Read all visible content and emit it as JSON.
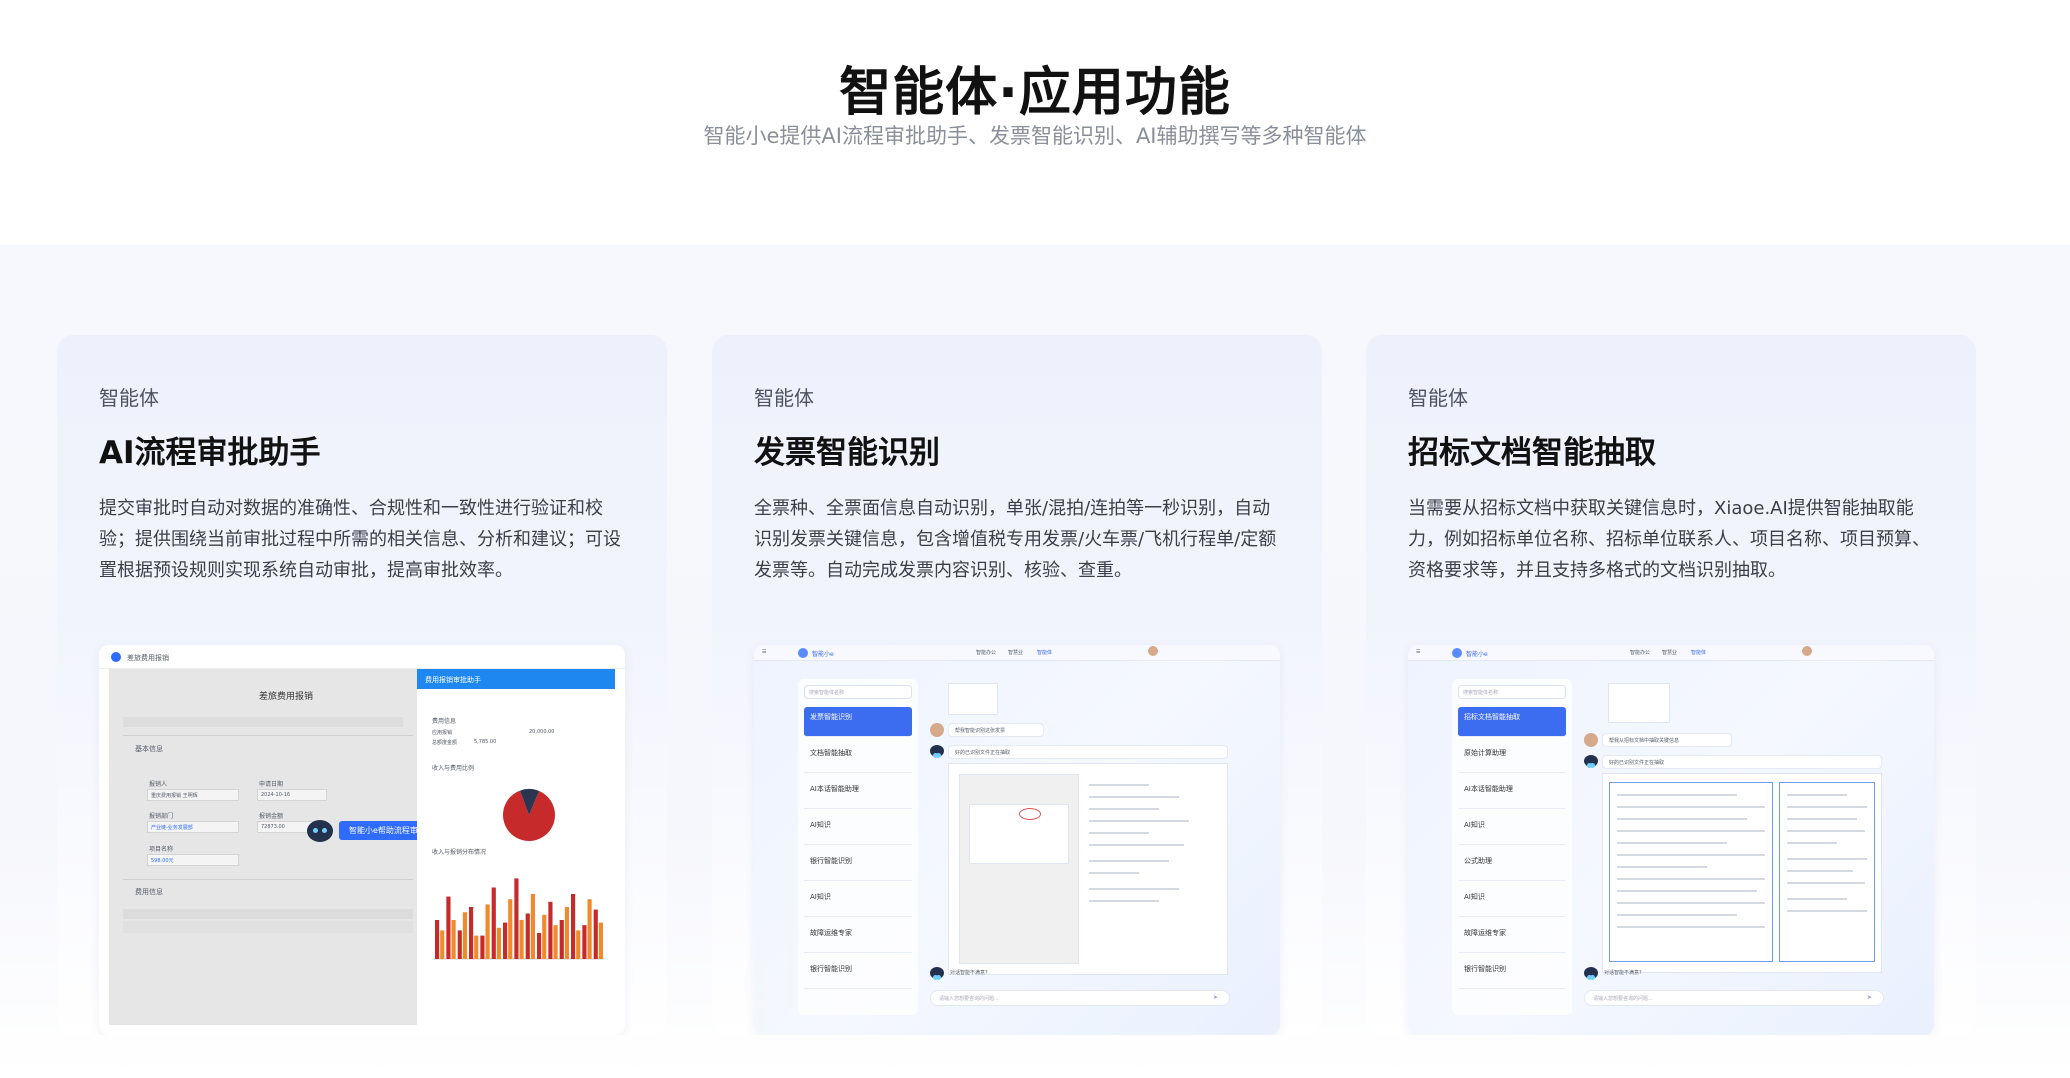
{
  "header": {
    "title": "智能体·应用功能",
    "subtitle": "智能小e提供AI流程审批助手、发票智能识别、AI辅助撰写等多种智能体"
  },
  "cards": [
    {
      "kicker": "智能体",
      "title": "AI流程审批助手",
      "desc": "提交审批时自动对数据的准确性、合规性和一致性进行验证和校验；提供围绕当前审批过程中所需的相关信息、分析和建议；可设置根据预设规则实现系统自动审批，提高审批效率。",
      "shot": {
        "app_title": "差旅费用报销",
        "form_title": "差旅费用报销",
        "section_basic": "基本信息",
        "section_cost": "费用信息",
        "panel_title": "费用报销审批助手",
        "assist_label": "智能小e帮助流程审批",
        "fields": [
          "报销人",
          "申请日期",
          "报销部门",
          "报销金额",
          "项目名称"
        ],
        "values": [
          "重庆费用报销 王明辉",
          "2024-10-16",
          "产业链-业务发展部",
          "72873.00",
          "598.00元"
        ],
        "panel_section1": "费用信息",
        "panel_section2": "收入与费用比例",
        "panel_section3": "收入与报销分布情况",
        "stat_labels": [
          "应用报销",
          "总额度金额"
        ],
        "stat_values": [
          "20,000.00",
          "5,785.00"
        ]
      }
    },
    {
      "kicker": "智能体",
      "title": "发票智能识别",
      "desc": "全票种、全票面信息自动识别，单张/混拍/连拍等一秒识别，自动识别发票关键信息，包含增值税专用发票/火车票/飞机行程单/定额发票等。自动完成发票内容识别、核验、查重。",
      "shot": {
        "brand": "智能小e",
        "nav": [
          "智能办公",
          "智慧业",
          "智能体"
        ],
        "search_placeholder": "搜索智能体名称",
        "agents": [
          "发票智能识别",
          "文档智能抽取",
          "AI本话智能助理",
          "AI知识",
          "银行智能识别",
          "AI知识",
          "故障运维专家",
          "银行智能识别"
        ],
        "chat_prompt": "帮我智能识别这张发票",
        "chat_reply": "好的已识别文件正在抽取",
        "input_placeholder": "请输入您想要咨询的问题...",
        "hint": "对话智能不满意?"
      }
    },
    {
      "kicker": "智能体",
      "title": "招标文档智能抽取",
      "desc": "当需要从招标文档中获取关键信息时，Xiaoe.AI提供智能抽取能力，例如招标单位名称、招标单位联系人、项目名称、项目预算、资格要求等，并且支持多格式的文档识别抽取。",
      "shot": {
        "brand": "智能小e",
        "nav": [
          "智能办公",
          "智慧业",
          "智能体"
        ],
        "search_placeholder": "搜索智能体名称",
        "agents": [
          "招标文档智能抽取",
          "原始计算助理",
          "AI本话智能助理",
          "AI知识",
          "公式助理",
          "AI知识",
          "故障运维专家",
          "银行智能识别"
        ],
        "chat_prompt": "帮我从招标文档中抽取关键信息",
        "chat_reply": "好的已识别文件正在抽取",
        "input_placeholder": "请输入您想要咨询的问题...",
        "hint": "对话智能不满意?"
      }
    }
  ],
  "chart_data": [
    {
      "type": "pie",
      "values": [
        88,
        12
      ],
      "colors": [
        "#c62a2a",
        "#2a3550"
      ]
    },
    {
      "type": "bar",
      "series": [
        {
          "values": [
            30,
            48,
            22,
            40,
            18,
            55,
            28,
            62,
            35,
            20,
            44,
            30,
            50,
            26,
            38
          ]
        },
        {
          "values": [
            22,
            30,
            36,
            18,
            42,
            24,
            46,
            30,
            50,
            34,
            26,
            40,
            22,
            46,
            28
          ]
        }
      ],
      "colors": [
        "#c62a2a",
        "#f08a2a"
      ]
    }
  ]
}
